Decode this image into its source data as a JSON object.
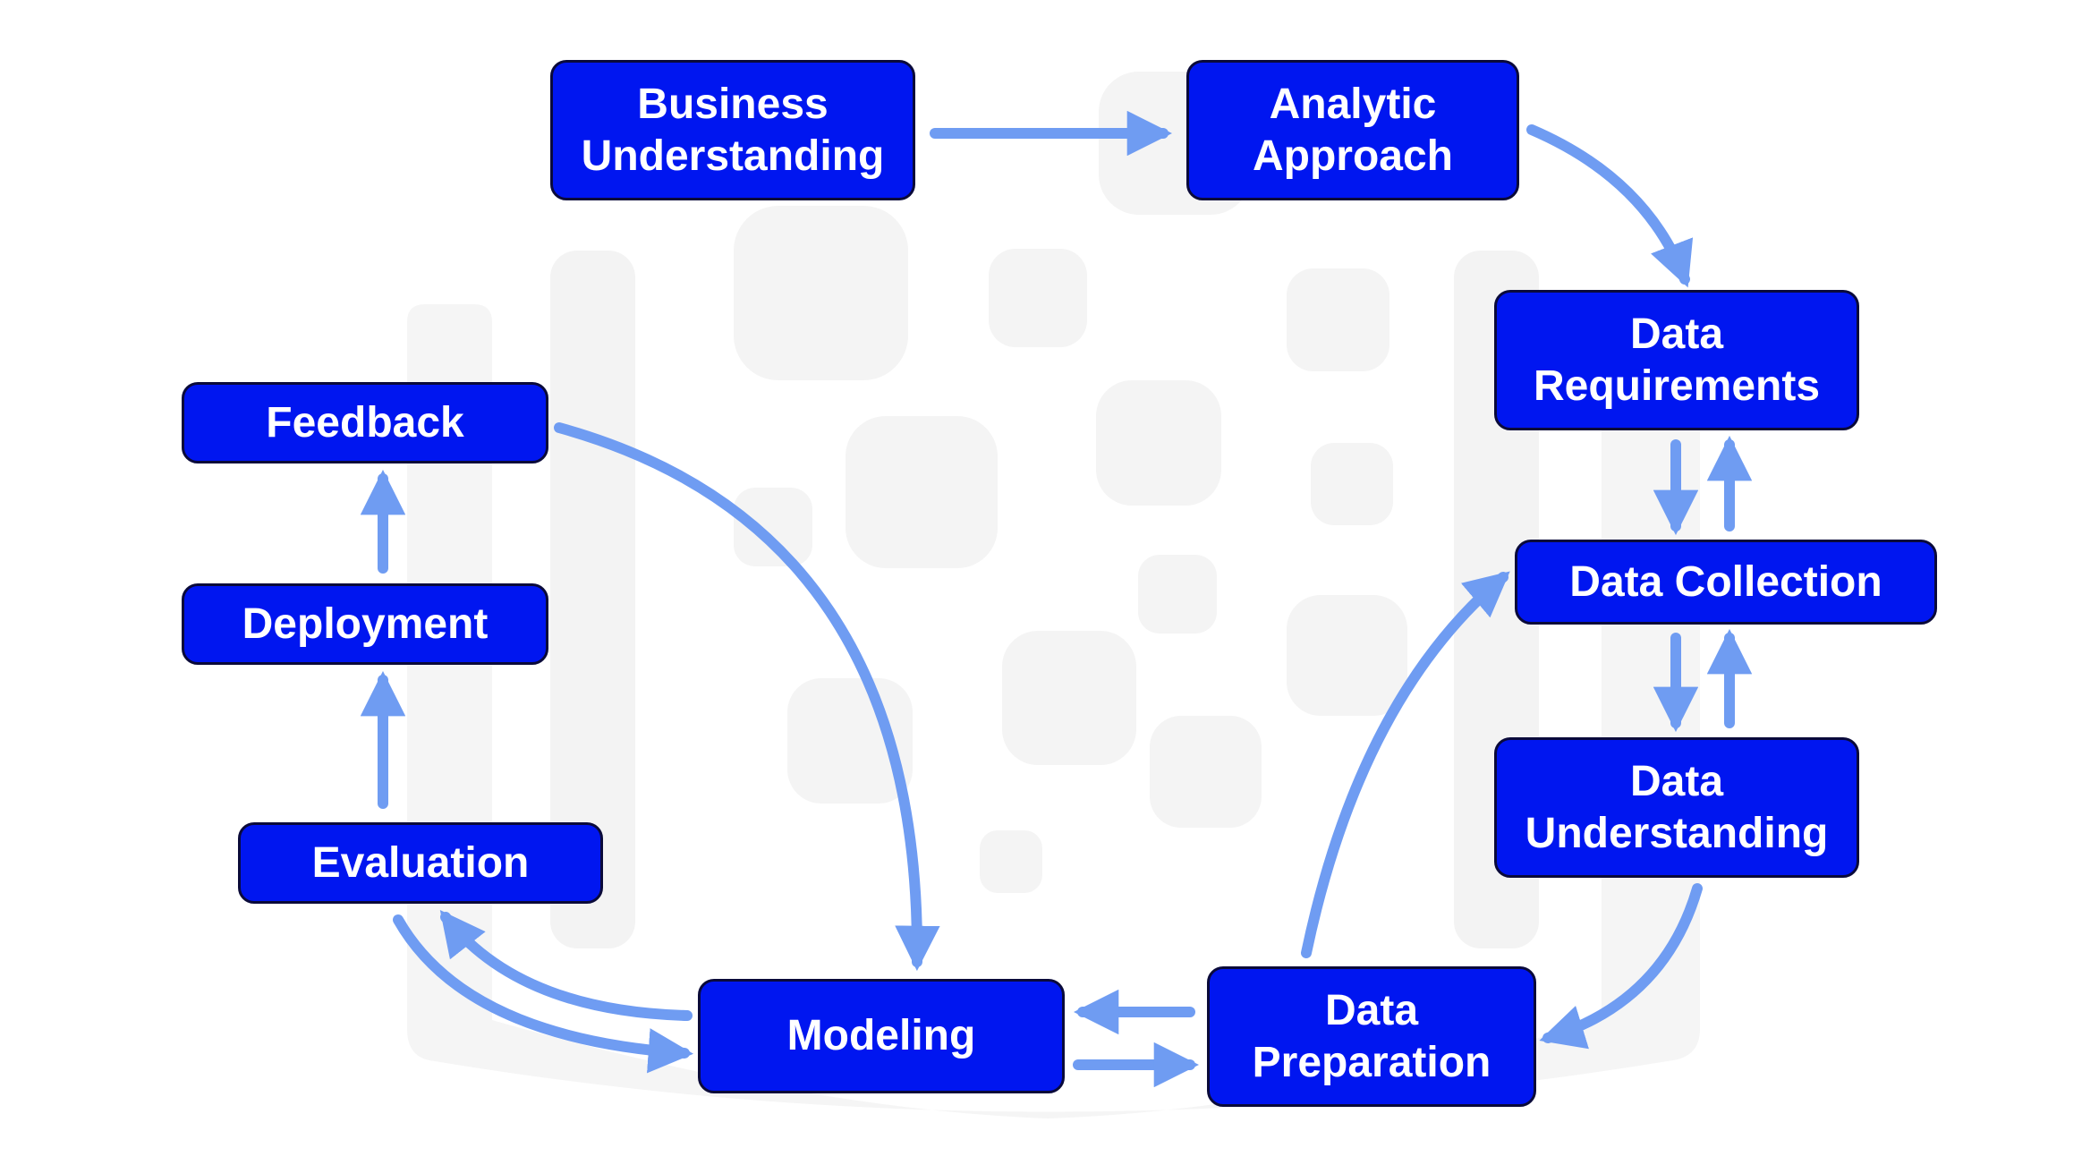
{
  "colors": {
    "node_fill": "#0016f0",
    "node_border": "#0a0a3a",
    "node_text": "#ffffff",
    "arrow": "#6f9cf2",
    "watermark": "#f4f4f4"
  },
  "nodes": {
    "business_understanding": "Business\nUnderstanding",
    "analytic_approach": "Analytic\nApproach",
    "data_requirements": "Data\nRequirements",
    "data_collection": "Data Collection",
    "data_understanding": "Data\nUnderstanding",
    "data_preparation": "Data\nPreparation",
    "modeling": "Modeling",
    "evaluation": "Evaluation",
    "deployment": "Deployment",
    "feedback": "Feedback"
  },
  "edges": [
    {
      "from": "business_understanding",
      "to": "analytic_approach"
    },
    {
      "from": "analytic_approach",
      "to": "data_requirements"
    },
    {
      "from": "data_requirements",
      "to": "data_collection"
    },
    {
      "from": "data_collection",
      "to": "data_requirements"
    },
    {
      "from": "data_collection",
      "to": "data_understanding"
    },
    {
      "from": "data_understanding",
      "to": "data_collection"
    },
    {
      "from": "data_understanding",
      "to": "data_preparation"
    },
    {
      "from": "data_preparation",
      "to": "data_collection"
    },
    {
      "from": "data_preparation",
      "to": "modeling"
    },
    {
      "from": "modeling",
      "to": "data_preparation"
    },
    {
      "from": "modeling",
      "to": "evaluation"
    },
    {
      "from": "evaluation",
      "to": "modeling"
    },
    {
      "from": "evaluation",
      "to": "deployment"
    },
    {
      "from": "deployment",
      "to": "feedback"
    },
    {
      "from": "feedback",
      "to": "modeling"
    }
  ]
}
